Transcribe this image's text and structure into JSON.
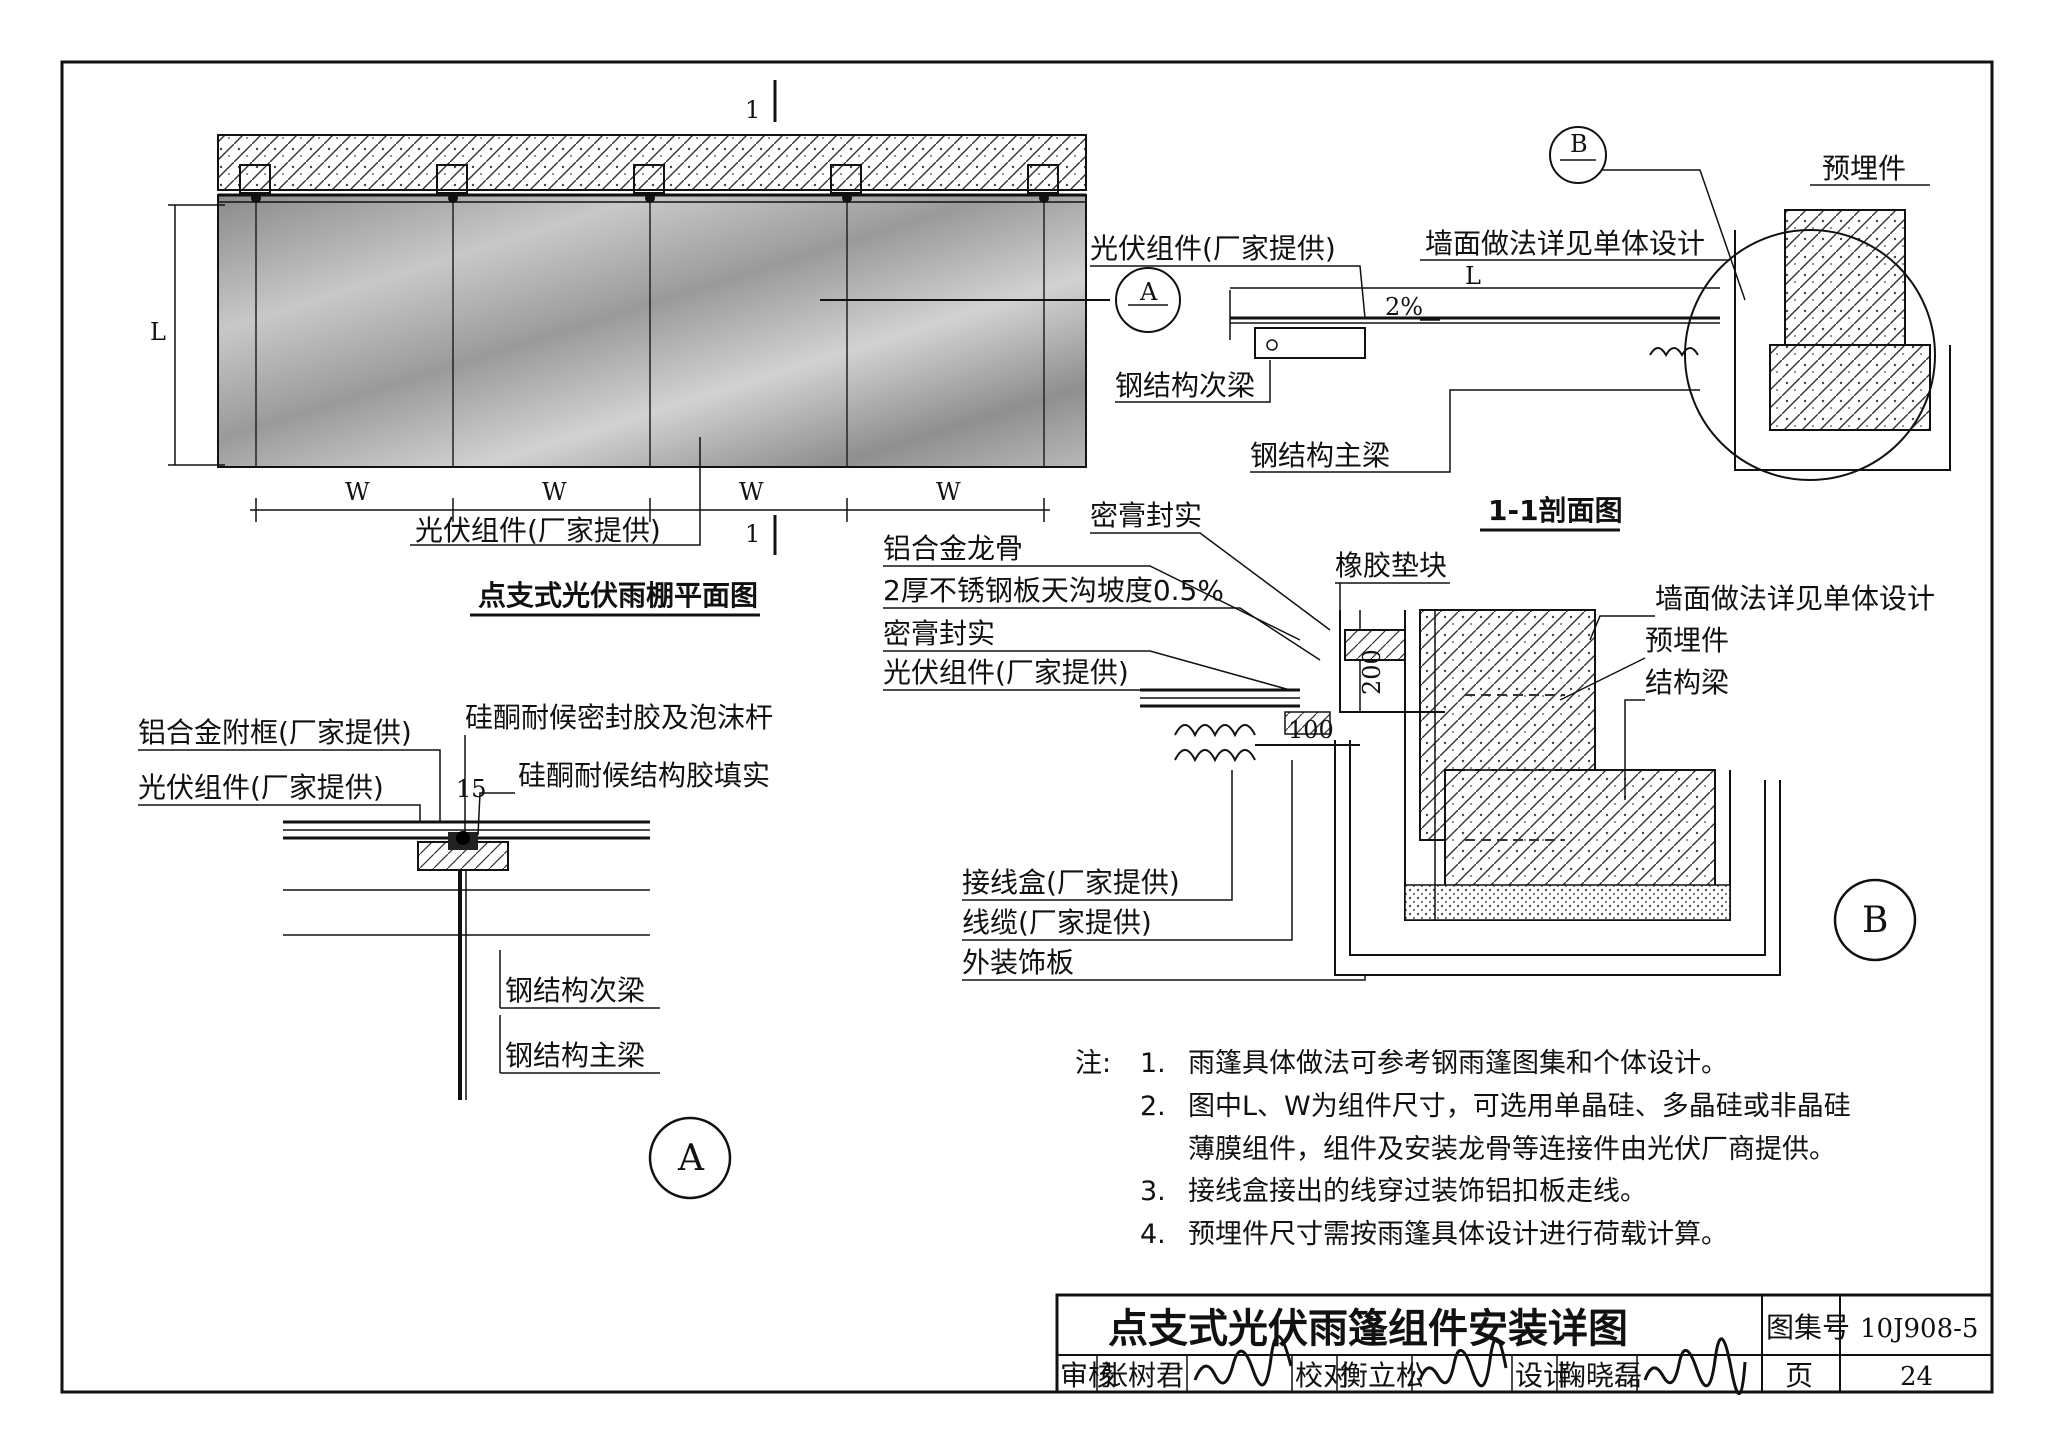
{
  "plan": {
    "title": "点支式光伏雨棚平面图",
    "section_mark": "1",
    "dim_w": "W",
    "dim_l": "L",
    "label_module": "光伏组件(厂家提供)",
    "callout_a": "A"
  },
  "section_1_1": {
    "title": "1-1剖面图",
    "callout_b": "B",
    "slope": "2%",
    "dim_l": "L",
    "labels": {
      "embedded": "预埋件",
      "wall": "墙面做法详见单体设计",
      "module": "光伏组件(厂家提供)",
      "secondary_beam": "钢结构次梁",
      "main_beam": "钢结构主梁"
    }
  },
  "detail_a": {
    "mark": "A",
    "dim": "15",
    "labels": {
      "frame": "铝合金附框(厂家提供)",
      "module": "光伏组件(厂家提供)",
      "sealant": "硅酮耐候密封胶及泡沫杆",
      "structural": "硅酮耐候结构胶填实",
      "secondary_beam": "钢结构次梁",
      "main_beam": "钢结构主梁"
    }
  },
  "detail_b": {
    "mark": "B",
    "dim_200": "200",
    "dim_100": "100",
    "labels": {
      "sealant_top": "密膏封实",
      "keel": "铝合金龙骨",
      "rubber": "橡胶垫块",
      "gutter": "2厚不锈钢板天沟坡度0.5%",
      "sealant_bottom": "密膏封实",
      "module": "光伏组件(厂家提供)",
      "wall": "墙面做法详见单体设计",
      "embedded": "预埋件",
      "beam": "结构梁",
      "junction": "接线盒(厂家提供)",
      "cable": "线缆(厂家提供)",
      "cladding": "外装饰板"
    }
  },
  "notes": {
    "prefix": "注:",
    "items": [
      {
        "num": "1.",
        "lines": [
          "雨篷具体做法可参考钢雨篷图集和个体设计。"
        ]
      },
      {
        "num": "2.",
        "lines": [
          "图中L、W为组件尺寸，可选用单晶硅、多晶硅或非晶硅",
          "薄膜组件，组件及安装龙骨等连接件由光伏厂商提供。"
        ]
      },
      {
        "num": "3.",
        "lines": [
          "接线盒接出的线穿过装饰铝扣板走线。"
        ]
      },
      {
        "num": "4.",
        "lines": [
          "预埋件尺寸需按雨篷具体设计进行荷载计算。"
        ]
      }
    ]
  },
  "title_block": {
    "drawing_title": "点支式光伏雨篷组件安装详图",
    "atlas_label": "图集号",
    "atlas_value": "10J908-5",
    "page_label": "页",
    "page_value": "24",
    "review_label": "审核",
    "review_name": "张树君",
    "check_label": "校对",
    "check_name": "衡立松",
    "design_label": "设计",
    "design_name": "鞠晓磊"
  }
}
